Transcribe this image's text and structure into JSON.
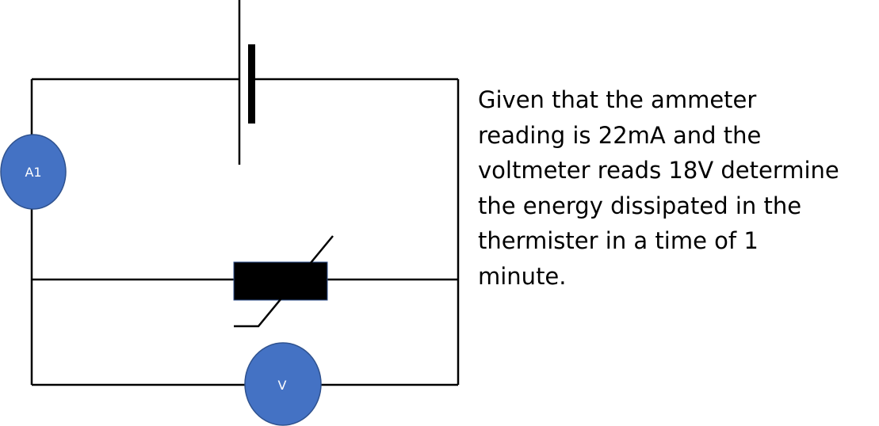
{
  "colors": {
    "wire": "#000000",
    "meter_fill": "#4472c4",
    "meter_stroke": "#2f528f",
    "meter_text": "#ffffff",
    "thermistor_fill": "#000000"
  },
  "components": {
    "ammeter_label": "A1",
    "voltmeter_label": "V"
  },
  "question": {
    "lines": [
      "Given that the ammeter",
      "reading is 22mA and the",
      "voltmeter reads 18V determine",
      "the energy dissipated in the",
      "thermister in a time of 1",
      "minute."
    ]
  }
}
